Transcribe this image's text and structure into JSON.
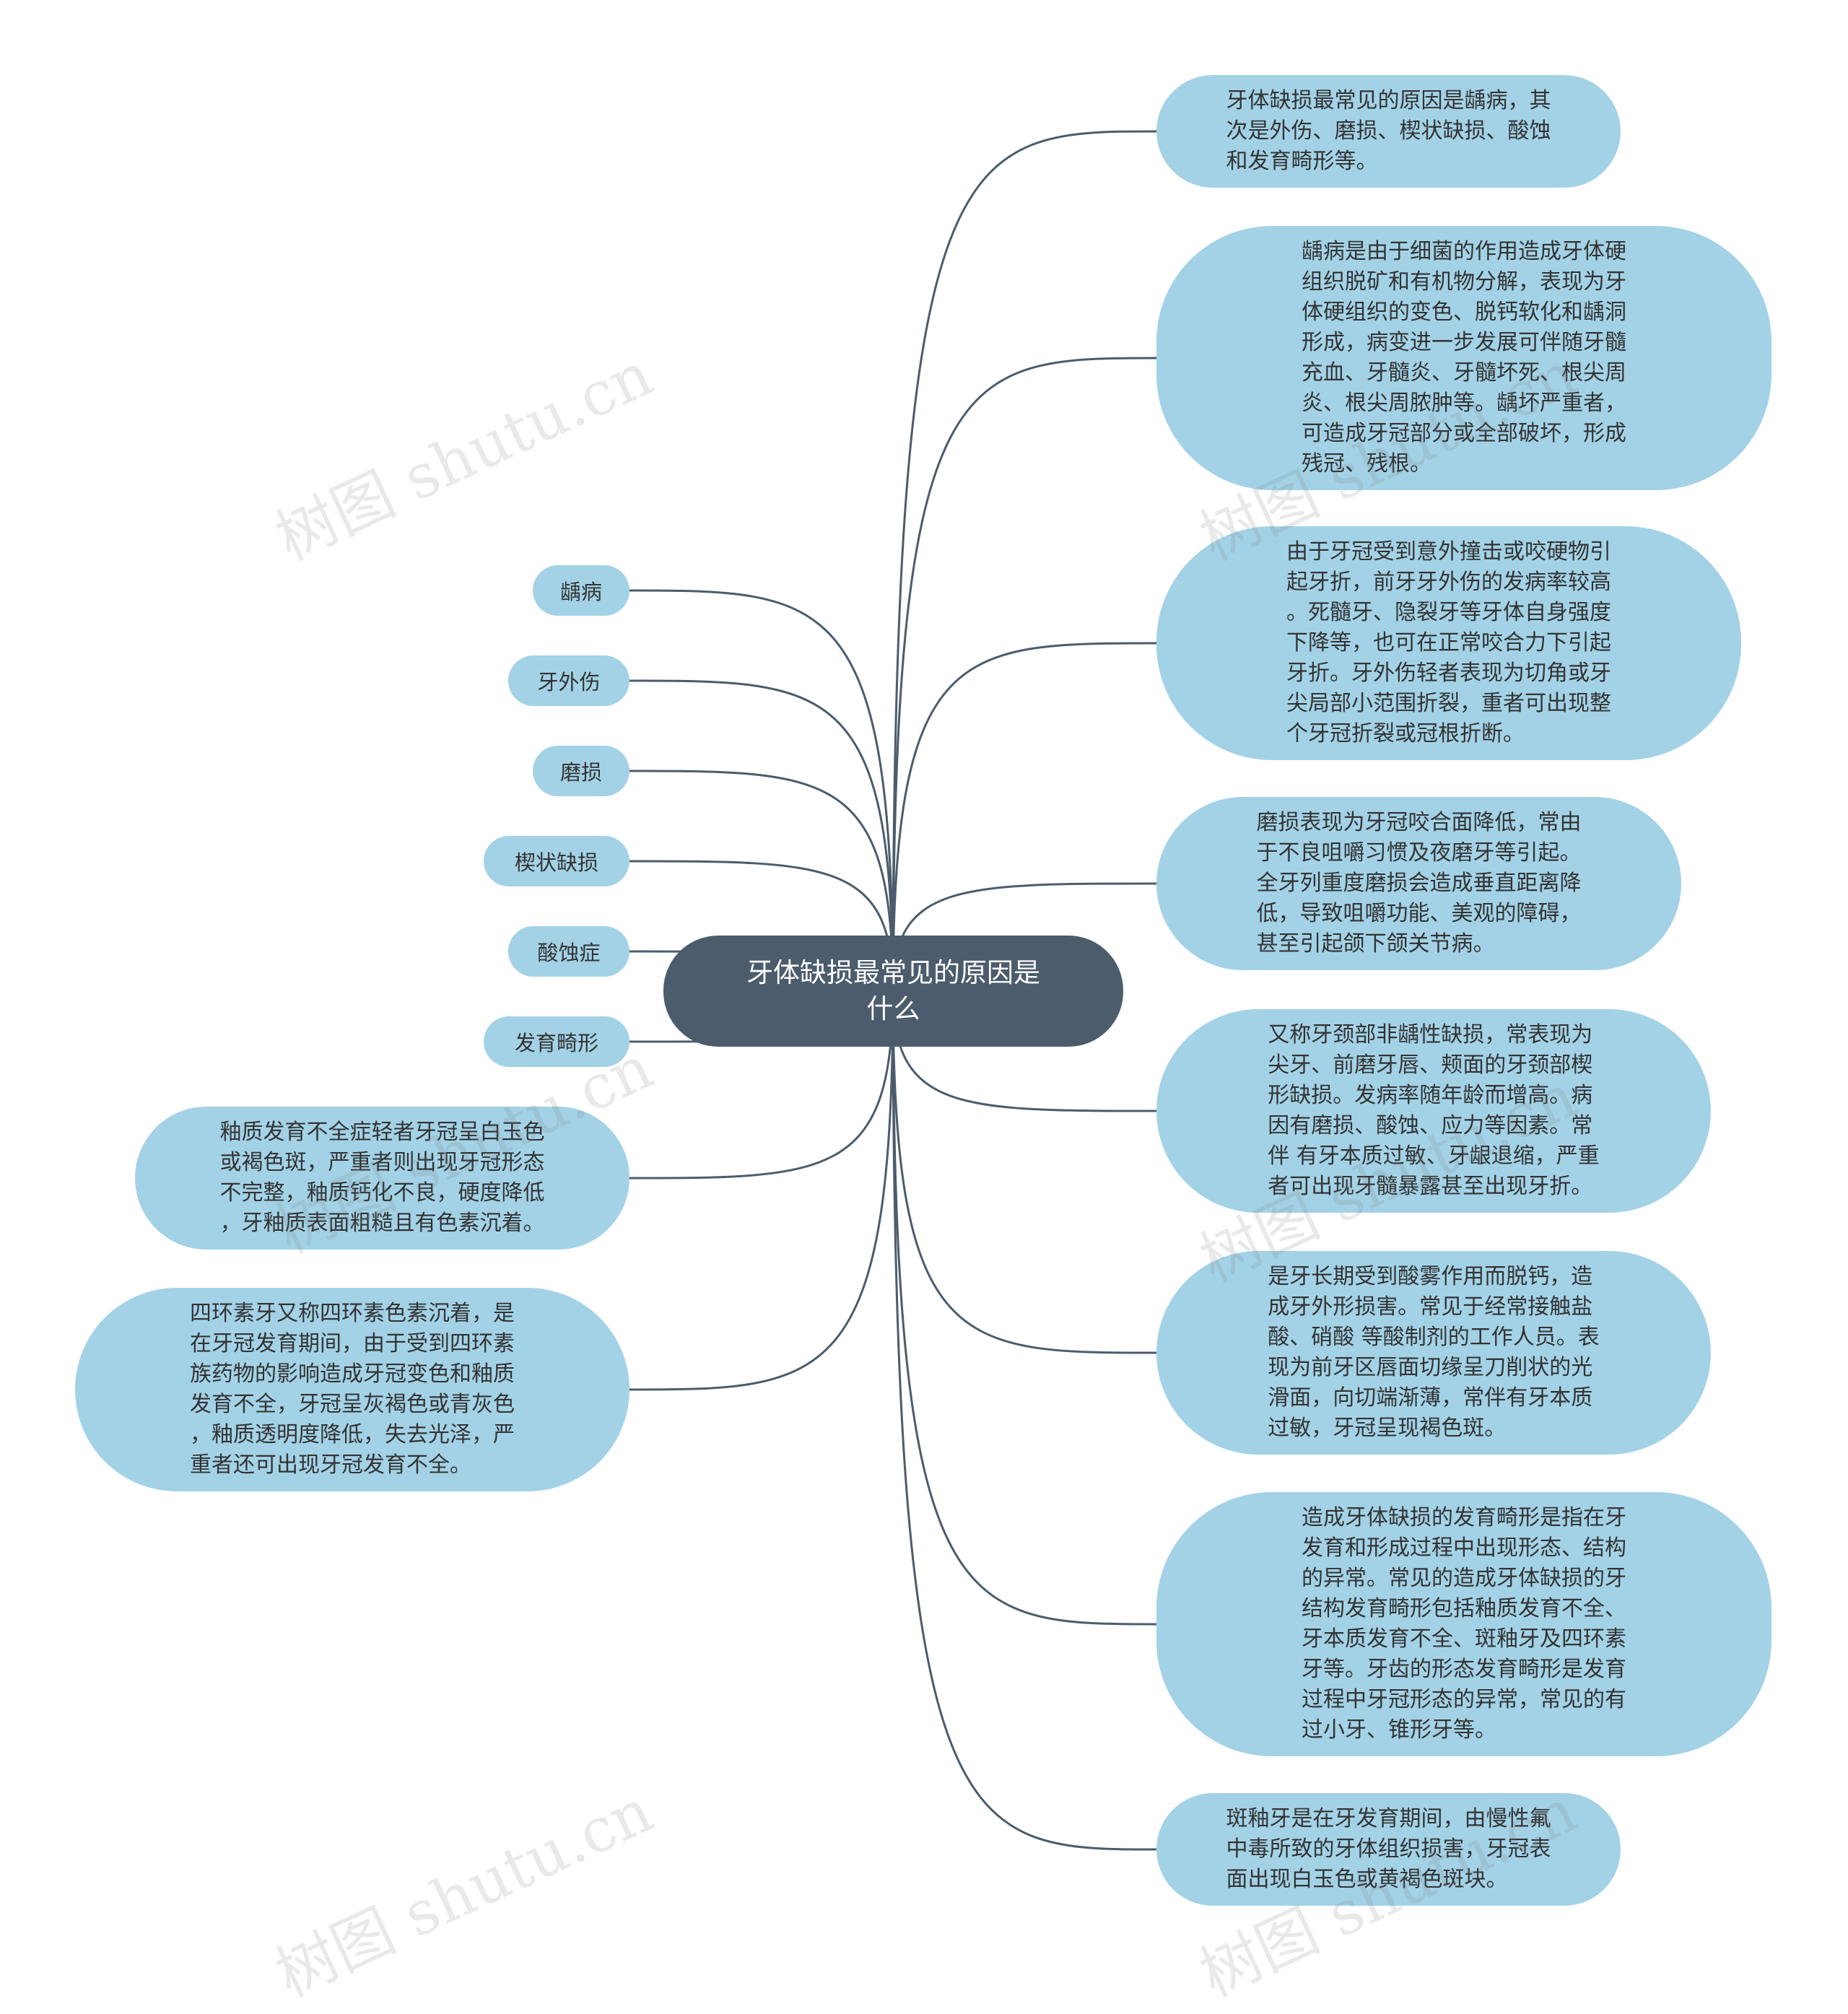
{
  "center": {
    "text": "牙体缺损最常见的原因是\n什么"
  },
  "leaves": [
    {
      "text": "龋病"
    },
    {
      "text": "牙外伤"
    },
    {
      "text": "磨损"
    },
    {
      "text": "楔状缺损"
    },
    {
      "text": "酸蚀症"
    },
    {
      "text": "发育畸形"
    }
  ],
  "left_notes": [
    {
      "text": "釉质发育不全症轻者牙冠呈白玉色\n或褐色斑，严重者则出现牙冠形态\n不完整，釉质钙化不良，硬度降低\n，牙釉质表面粗糙且有色素沉着。"
    },
    {
      "text": "四环素牙又称四环素色素沉着，是\n在牙冠发育期间，由于受到四环素\n族药物的影响造成牙冠变色和釉质\n发育不全，牙冠呈灰褐色或青灰色\n，釉质透明度降低，失去光泽，严\n重者还可出现牙冠发育不全。"
    }
  ],
  "right_notes": [
    {
      "text": "牙体缺损最常见的原因是龋病，其\n次是外伤、磨损、楔状缺损、酸蚀\n和发育畸形等。"
    },
    {
      "text": "龋病是由于细菌的作用造成牙体硬\n组织脱矿和有机物分解，表现为牙\n体硬组织的变色、脱钙软化和龋洞\n形成，病变进一步发展可伴随牙髓\n充血、牙髓炎、牙髓坏死、根尖周\n炎、根尖周脓肿等。龋坏严重者，\n可造成牙冠部分或全部破坏，形成\n残冠、残根。"
    },
    {
      "text": "由于牙冠受到意外撞击或咬硬物引\n起牙折，前牙牙外伤的发病率较高\n。死髓牙、隐裂牙等牙体自身强度\n下降等，也可在正常咬合力下引起\n牙折。牙外伤轻者表现为切角或牙\n尖局部小范围折裂，重者可出现整\n个牙冠折裂或冠根折断。"
    },
    {
      "text": "磨损表现为牙冠咬合面降低，常由\n于不良咀嚼习惯及夜磨牙等引起。\n全牙列重度磨损会造成垂直距离降\n低，导致咀嚼功能、美观的障碍，\n甚至引起颌下颌关节病。"
    },
    {
      "text": "又称牙颈部非龋性缺损，常表现为\n尖牙、前磨牙唇、颊面的牙颈部楔\n形缺损。发病率随年龄而增高。病\n因有磨损、酸蚀、应力等因素。常\n伴 有牙本质过敏、牙龈退缩，严重\n者可出现牙髓暴露甚至出现牙折。"
    },
    {
      "text": "是牙长期受到酸雾作用而脱钙，造\n成牙外形损害。常见于经常接触盐\n酸、硝酸 等酸制剂的工作人员。表\n现为前牙区唇面切缘呈刀削状的光\n滑面，向切端渐薄，常伴有牙本质\n过敏，牙冠呈现褐色斑。"
    },
    {
      "text": "造成牙体缺损的发育畸形是指在牙\n发育和形成过程中出现形态、结构\n的异常。常见的造成牙体缺损的牙\n结构发育畸形包括釉质发育不全、\n牙本质发育不全、斑釉牙及四环素\n牙等。牙齿的形态发育畸形是发育\n过程中牙冠形态的异常，常见的有\n过小牙、锥形牙等。"
    },
    {
      "text": "斑釉牙是在牙发育期间，由慢性氟\n中毒所致的牙体组织损害，牙冠表\n面出现白玉色或黄褐色斑块。"
    }
  ],
  "watermark": {
    "text": "树图 shutu.cn"
  },
  "colors": {
    "center_fill": "#4c5c6c",
    "node_fill": "#a3d2e6",
    "line": "#4c5c6c"
  }
}
